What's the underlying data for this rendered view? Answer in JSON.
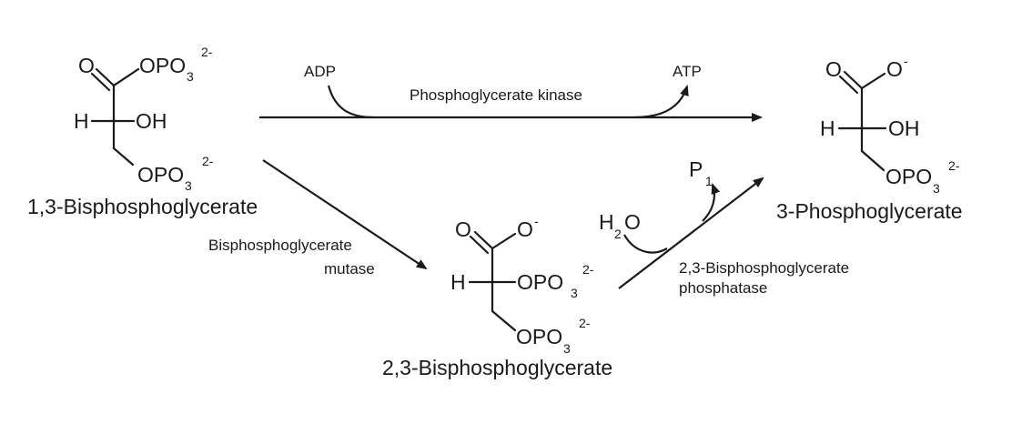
{
  "molecules": {
    "bpg13": {
      "name": "1,3-Bisphosphoglycerate",
      "carbonyl_o": "O",
      "top_group": "OPO",
      "top_sub": "3",
      "top_charge": "2-",
      "h": "H",
      "middle_group": "OH",
      "bottom_group": "OPO",
      "bottom_sub": "3",
      "bottom_charge": "2-"
    },
    "pg3": {
      "name": "3-Phosphoglycerate",
      "carbonyl_o": "O",
      "carboxylate_o": "O",
      "carboxylate_charge": "-",
      "h": "H",
      "middle_group": "OH",
      "bottom_group": "OPO",
      "bottom_sub": "3",
      "bottom_charge": "2-"
    },
    "bpg23": {
      "name": "2,3-Bisphosphoglycerate",
      "carbonyl_o": "O",
      "carboxylate_o": "O",
      "carboxylate_charge": "-",
      "h": "H",
      "middle_group": "OPO",
      "middle_sub": "3",
      "middle_charge": "2-",
      "bottom_group": "OPO",
      "bottom_sub": "3",
      "bottom_charge": "2-"
    }
  },
  "reactions": {
    "kinase": {
      "enzyme": "Phosphoglycerate kinase",
      "input": "ADP",
      "output": "ATP"
    },
    "mutase": {
      "enzyme_line1": "Bisphosphoglycerate",
      "enzyme_line2": "mutase"
    },
    "phosphatase": {
      "enzyme_line1": "2,3-Bisphosphoglycerate",
      "enzyme_line2": "phosphatase",
      "input_main": "H",
      "input_sub": "2",
      "input_tail": "O",
      "output_main": "P",
      "output_sub": "1"
    }
  }
}
